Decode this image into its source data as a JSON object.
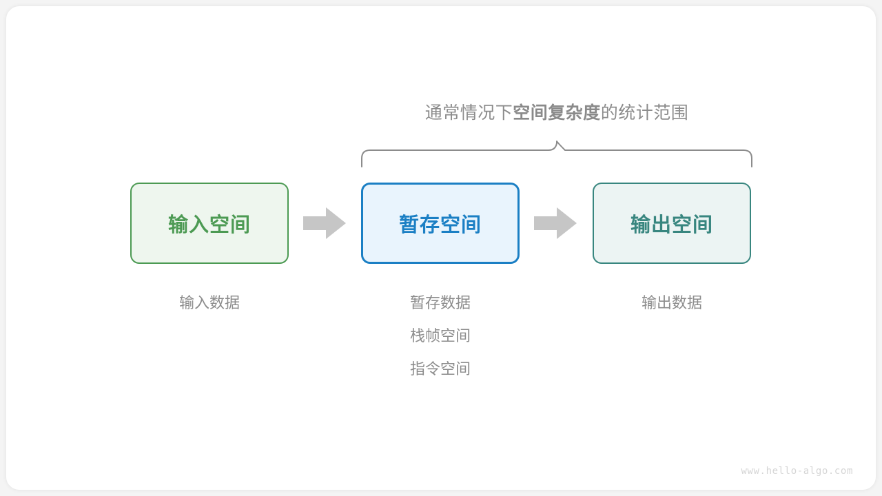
{
  "diagram": {
    "title": {
      "prefix": "通常情况下",
      "emphasis": "空间复杂度",
      "suffix": "的统计范围"
    },
    "brace": {
      "name": "curly-brace",
      "color": "#8c8c8c",
      "spans_boxes": [
        "暂存空间",
        "输出空间"
      ]
    },
    "boxes": [
      {
        "id": "input-space",
        "label": "输入空间",
        "border_color": "#4c9a53",
        "fill_color": "#eef6ee",
        "text_color": "#4c9a53"
      },
      {
        "id": "temp-space",
        "label": "暂存空间",
        "border_color": "#1b7fc4",
        "fill_color": "#e9f4fd",
        "text_color": "#1b7fc4"
      },
      {
        "id": "output-space",
        "label": "输出空间",
        "border_color": "#38867f",
        "fill_color": "#ecf4f3",
        "text_color": "#38867f"
      }
    ],
    "arrows": [
      {
        "id": "arrow-input-to-temp",
        "color": "#c6c6c6",
        "direction": "right"
      },
      {
        "id": "arrow-temp-to-output",
        "color": "#c6c6c6",
        "direction": "right"
      }
    ],
    "captions": {
      "input": [
        "输入数据"
      ],
      "temp": [
        "暂存数据",
        "栈帧空间",
        "指令空间"
      ],
      "output": [
        "输出数据"
      ]
    },
    "watermark": "www.hello-algo.com"
  }
}
